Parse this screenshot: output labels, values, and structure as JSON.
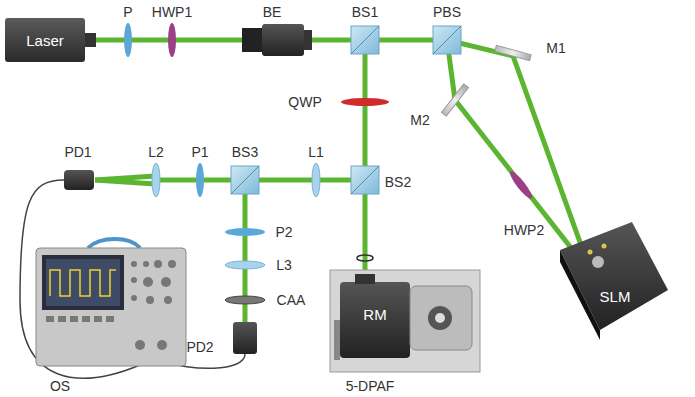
{
  "diagram": {
    "nodes": [
      {
        "text": [
          "Laser"
        ]
      },
      {
        "text": [
          "SLM"
        ]
      },
      {
        "text": [
          "RM"
        ]
      }
    ],
    "labels": [
      "P",
      "HWP1",
      "BE",
      "BS1",
      "PBS",
      "M1",
      "QWP",
      "M2",
      "HWP2",
      "PD1",
      "L2",
      "P1",
      "BS3",
      "L1",
      "BS2",
      "P2",
      "L3",
      "CAA",
      "OS",
      "PD2",
      "5-DPAF"
    ]
  }
}
